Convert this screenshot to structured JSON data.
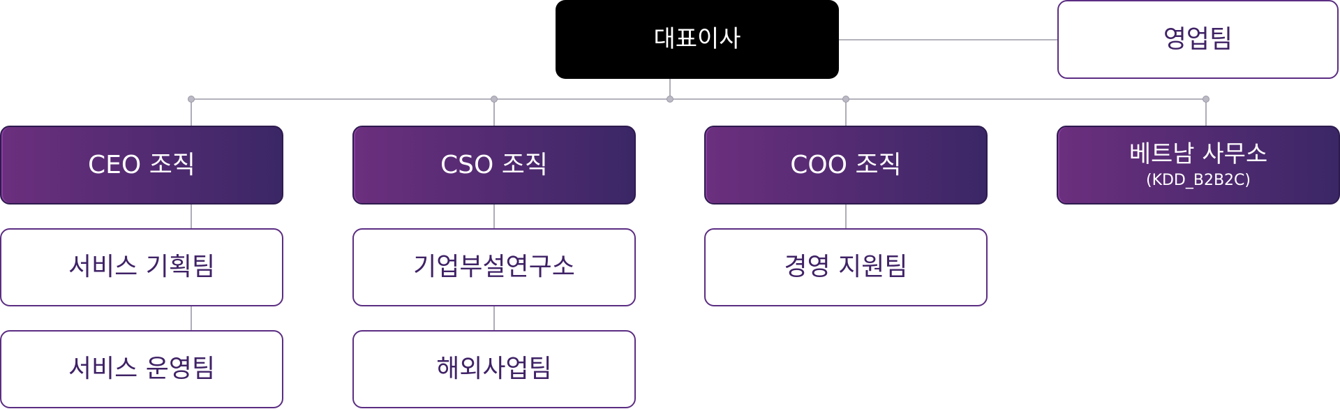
{
  "chart": {
    "root": {
      "label": "대표이사"
    },
    "side": {
      "label": "영업팀"
    },
    "orgs": [
      {
        "label": "CEO 조직",
        "teams": [
          "서비스 기획팀",
          "서비스 운영팀"
        ]
      },
      {
        "label": "CSO 조직",
        "teams": [
          "기업부설연구소",
          "해외사업팀"
        ]
      },
      {
        "label": "COO 조직",
        "teams": [
          "경영 지원팀"
        ]
      },
      {
        "label": "베트남 사무소",
        "sublabel": "(KDD_B2B2C)",
        "teams": []
      }
    ]
  },
  "colors": {
    "line": "#9a98a6",
    "dot": "#bab9c4",
    "accent": "#5b2d82",
    "text_purple": "#3f2266"
  }
}
